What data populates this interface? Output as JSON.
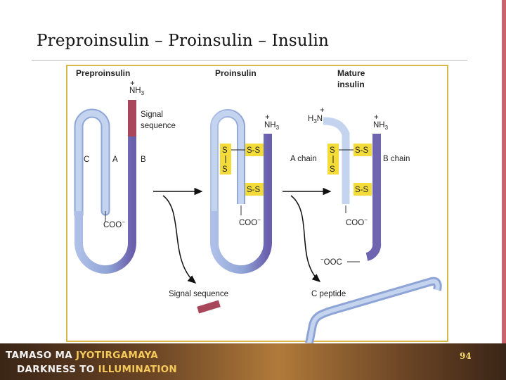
{
  "slide": {
    "title": "Preproinsulin – Proinsulin – Insulin",
    "page_number": "94"
  },
  "diagram": {
    "headings": {
      "preproinsulin": "Preproinsulin",
      "proinsulin": "Proinsulin",
      "mature_line1": "Mature",
      "mature_line2": "insulin"
    },
    "labels": {
      "nh3_superscript": "+",
      "nh3": "NH",
      "nh3_subscript": "3",
      "h3n": "H",
      "h3n_subscript": "3",
      "h3n_tail": "N",
      "signal_line1": "Signal",
      "signal_line2": "sequence",
      "c": "C",
      "a": "A",
      "b": "B",
      "coo": "COO",
      "coo_minus": "−",
      "ooc_minus": "−",
      "ooc": "OOC",
      "a_chain": "A chain",
      "b_chain": "B chain",
      "ss": "S-S",
      "s": "S",
      "signal_sequence_product": "Signal sequence",
      "c_peptide": "C peptide"
    },
    "colors": {
      "chain_light": "#c4d3ee",
      "chain_mid": "#8fa4d6",
      "chain_dark": "#6a5fac",
      "signal": "#a8475b",
      "disulfide_box": "#f3db3a",
      "frame": "#d8b84a"
    }
  },
  "footer": {
    "line1_a": "TAMASO MA ",
    "line1_b": "JYOTIRGAMAYA",
    "line2_a": "DARKNESS TO ",
    "line2_b": "ILLUMINATION"
  }
}
